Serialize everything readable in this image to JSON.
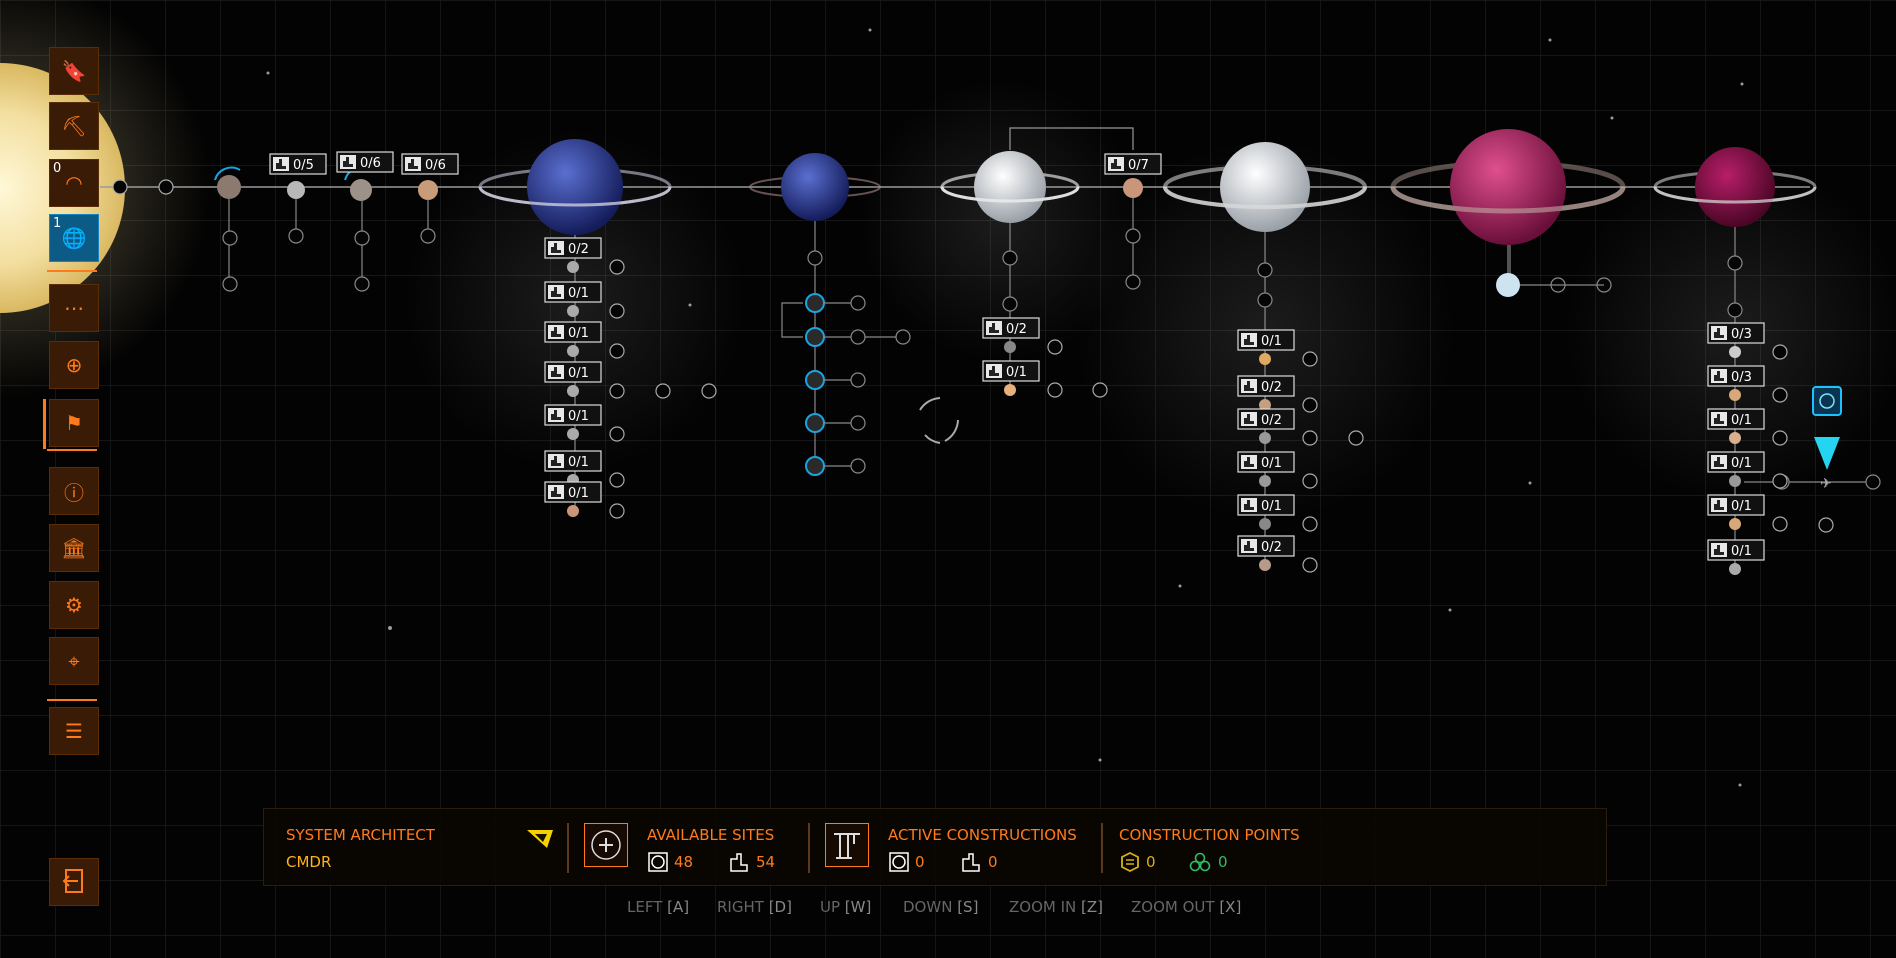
{
  "sidebar": {
    "buttons": [
      {
        "name": "bookmark-icon",
        "count": ""
      },
      {
        "name": "construction-icon",
        "count": ""
      },
      {
        "name": "orbital-icon",
        "count": "0"
      },
      {
        "name": "globe-icon",
        "count": "1"
      },
      {
        "name": "route-icon",
        "count": ""
      },
      {
        "name": "galaxy-icon",
        "count": ""
      },
      {
        "name": "colony-flag-icon",
        "count": ""
      },
      {
        "name": "info-icon",
        "count": ""
      },
      {
        "name": "bank-icon",
        "count": ""
      },
      {
        "name": "gear-icon",
        "count": ""
      },
      {
        "name": "location-pin-icon",
        "count": ""
      },
      {
        "name": "list-icon",
        "count": ""
      }
    ],
    "exit": "exit-icon"
  },
  "system_map": {
    "top_slots": [
      "0/5",
      "0/6",
      "0/6",
      "0/7"
    ],
    "planet1_slots": [
      "0/2",
      "0/1",
      "0/1",
      "0/1",
      "0/1",
      "0/1",
      "0/1"
    ],
    "planet4_slots": [
      "0/2",
      "0/1"
    ],
    "planet5_slots": [
      "0/1",
      "0/2",
      "0/2",
      "0/1",
      "0/1",
      "0/2"
    ],
    "planet8_slots": [
      "0/3",
      "0/3",
      "0/1",
      "0/1",
      "0/1",
      "0/1"
    ]
  },
  "panel": {
    "title": "SYSTEM ARCHITECT",
    "subtitle": "CMDR",
    "available_sites": {
      "label": "AVAILABLE SITES",
      "orbital": "48",
      "surface": "54"
    },
    "active_constructions": {
      "label": "ACTIVE CONSTRUCTIONS",
      "orbital": "0",
      "surface": "0"
    },
    "construction_points": {
      "label": "CONSTRUCTION POINTS",
      "tier1": "0",
      "tier2": "0"
    }
  },
  "keys": [
    {
      "label": "LEFT",
      "key": "[A]"
    },
    {
      "label": "RIGHT",
      "key": "[D]"
    },
    {
      "label": "UP",
      "key": "[W]"
    },
    {
      "label": "DOWN",
      "key": "[S]"
    },
    {
      "label": "ZOOM IN",
      "key": "[Z]"
    },
    {
      "label": "ZOOM OUT",
      "key": "[X]"
    }
  ],
  "colors": {
    "accent": "#ff7a1a",
    "gold": "#d6b116",
    "green": "#2fbf5e",
    "blue": "#1aa3e0"
  }
}
